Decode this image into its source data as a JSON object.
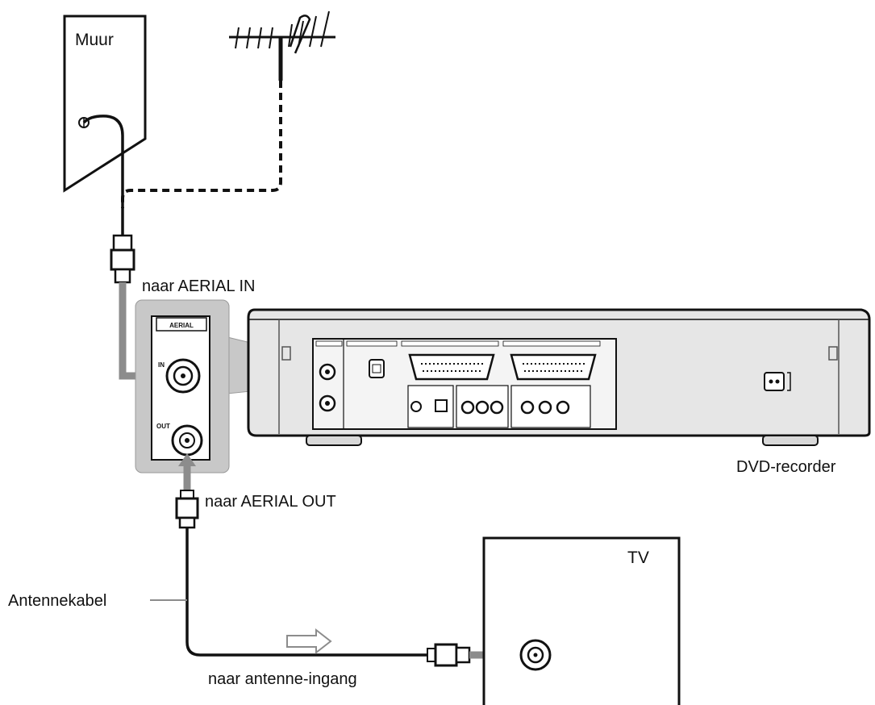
{
  "labels": {
    "wall": "Muur",
    "to_aerial_in": "naar AERIAL IN",
    "to_aerial_out": "naar AERIAL OUT",
    "dvd_recorder": "DVD-recorder",
    "tv": "TV",
    "aerial_cable": "Antennekabel",
    "to_antenna_input": "naar antenne-ingang"
  },
  "panel": {
    "aerial": "AERIAL",
    "in": "IN",
    "out": "OUT"
  },
  "colors": {
    "ink": "#111111",
    "cable_grey": "#8c8c8c",
    "callout_grey": "#c8c8c8",
    "device_body": "#e6e6e6"
  }
}
